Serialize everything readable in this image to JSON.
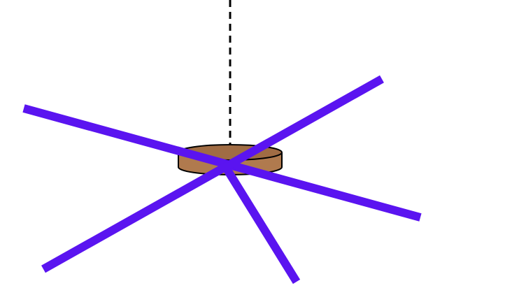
{
  "diagram": {
    "description_labels": [],
    "colors": {
      "background": "#ffffff",
      "rod": "#5a14f0",
      "hub_fill": "#b07a4e",
      "hub_top": "#a06c44",
      "outline": "#000000",
      "dashed_axis": "#000000"
    },
    "elements": [
      "dashed-axis",
      "hub-disk",
      "rod-upper-left-to-lower-right",
      "rod-lower-left-to-upper-right",
      "rod-short-lower"
    ]
  }
}
